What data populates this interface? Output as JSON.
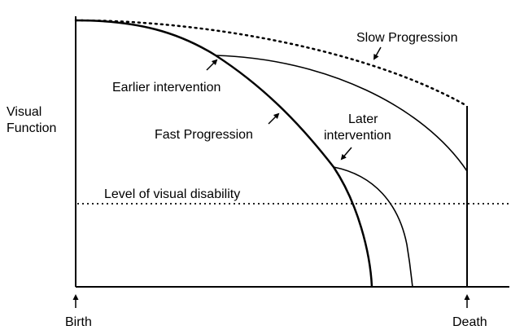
{
  "diagram": {
    "ink_color": "#000000",
    "background_color": "#ffffff",
    "labels": {
      "y_axis_line1": "Visual",
      "y_axis_line2": "Function",
      "birth": "Birth",
      "death": "Death",
      "slow_progression": "Slow Progression",
      "earlier_intervention": "Earlier intervention",
      "fast_progression": "Fast Progression",
      "later_intervention_line1": "Later",
      "later_intervention_line2": "intervention",
      "disability_level": "Level of visual disability"
    }
  }
}
